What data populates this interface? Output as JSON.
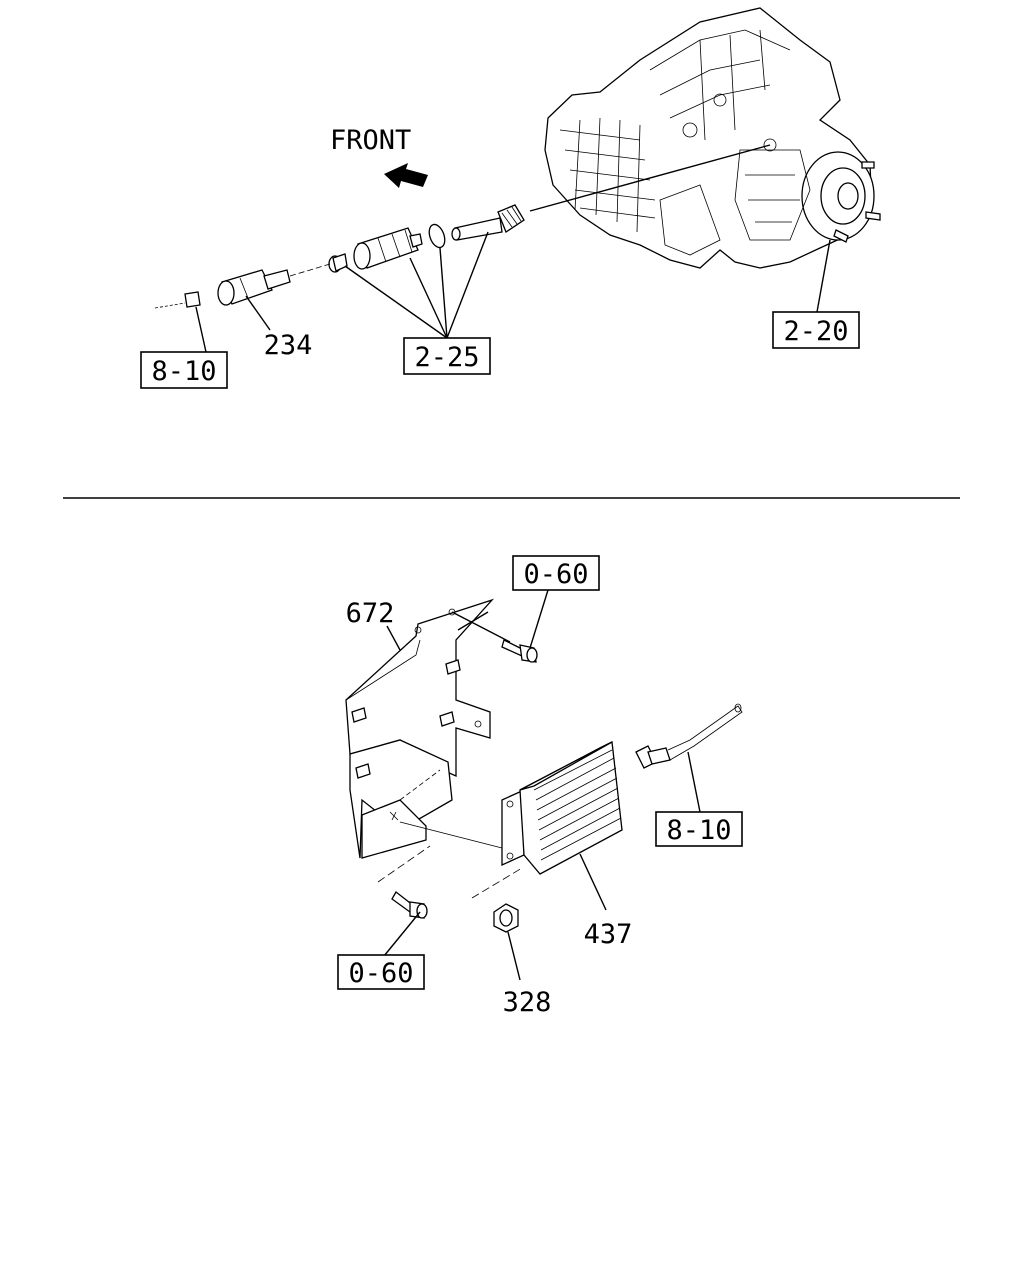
{
  "direction_label": "FRONT",
  "top_section": {
    "callouts": {
      "transfer_case_ref": "2-20",
      "speedometer_drive_ref": "2-25",
      "harness_ref": "8-10",
      "sensor_part": "234"
    }
  },
  "bottom_section": {
    "callouts": {
      "bracket_part": "672",
      "bolt_ref_top": "0-60",
      "bolt_ref_bottom": "0-60",
      "harness_ref": "8-10",
      "control_unit_part": "437",
      "nut_part": "328"
    }
  }
}
